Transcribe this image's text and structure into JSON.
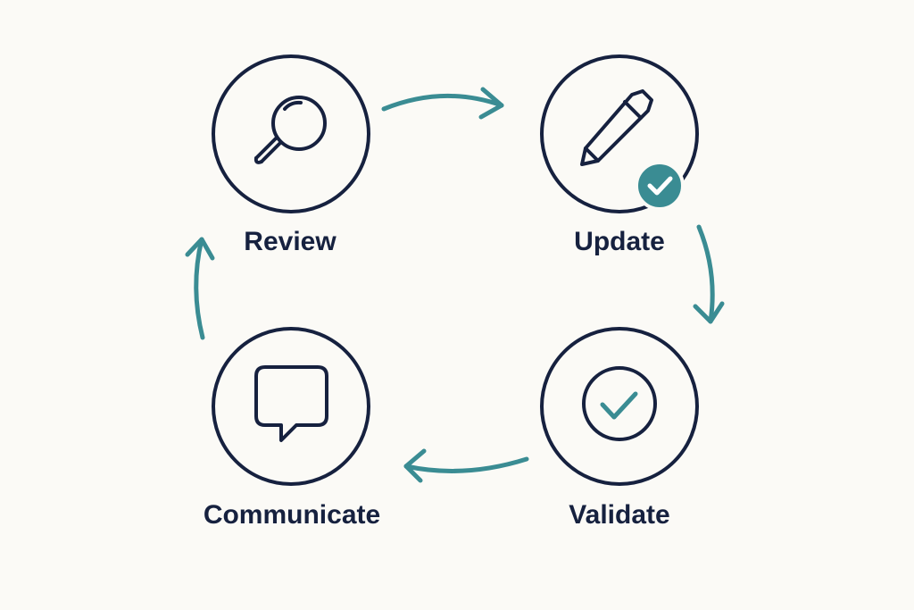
{
  "diagram": {
    "colors": {
      "navy": "#16213f",
      "teal": "#3a8c93",
      "background": "#fbfaf6",
      "badge_check": "#ffffff"
    },
    "steps": [
      {
        "id": "review",
        "label": "Review",
        "icon": "magnifying-glass-icon"
      },
      {
        "id": "update",
        "label": "Update",
        "icon": "pencil-icon",
        "badge": "check-badge-icon"
      },
      {
        "id": "validate",
        "label": "Validate",
        "icon": "circle-check-icon"
      },
      {
        "id": "communicate",
        "label": "Communicate",
        "icon": "speech-bubble-icon"
      }
    ],
    "cycle": [
      {
        "from": "Review",
        "to": "Update"
      },
      {
        "from": "Update",
        "to": "Validate"
      },
      {
        "from": "Validate",
        "to": "Communicate"
      },
      {
        "from": "Communicate",
        "to": "Review"
      }
    ]
  }
}
